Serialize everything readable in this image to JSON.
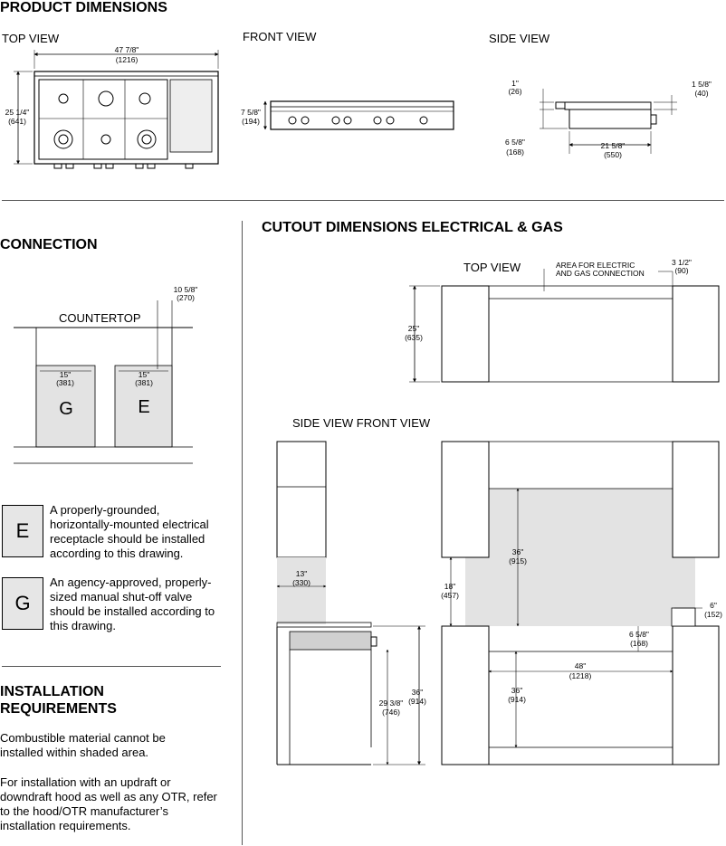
{
  "headings": {
    "product_dimensions": "PRODUCT DIMENSIONS",
    "cutout": "CUTOUT DIMENSIONS ELECTRICAL & GAS",
    "connection": "CONNECTION",
    "installation": "INSTALLATION REQUIREMENTS"
  },
  "product_views": {
    "top_view": "TOP VIEW",
    "front_view": "FRONT VIEW",
    "side_view": "SIDE VIEW"
  },
  "product_dims": {
    "top_width": "47 7/8\"",
    "top_width_mm": "(1216)",
    "top_depth": "25 1/4\"",
    "top_depth_mm": "(641)",
    "front_height": "7 5/8\"",
    "front_height_mm": "(194)",
    "side_top": "1\"",
    "side_top_mm": "(26)",
    "side_right": "1 5/8\"",
    "side_right_mm": "(40)",
    "side_height": "6 5/8\"",
    "side_height_mm": "(168)",
    "side_depth": "21 5/8\"",
    "side_depth_mm": "(550)"
  },
  "connection": {
    "countertop": "COUNTERTOP",
    "offset": "10 5/8\"",
    "offset_mm": "(270)",
    "g_width": "15\"",
    "g_width_mm": "(381)",
    "e_width": "15\"",
    "e_width_mm": "(381)",
    "g_letter": "G",
    "e_letter": "E"
  },
  "legend": {
    "e_letter": "E",
    "e_text": "A properly-grounded, horizontally-mounted electrical receptacle should be installed according to this drawing.",
    "g_letter": "G",
    "g_text": "An agency-approved, properly-sized manual shut-off valve should be installed according to this drawing."
  },
  "installation": {
    "p1": "Combustible material cannot be installed within shaded area.",
    "p2": "For installation with an updraft or downdraft hood as well as any OTR, refer to the hood/OTR manufacturer’s installation requirements."
  },
  "cutout": {
    "top_view": "TOP VIEW",
    "area_line1": "AREA FOR ELECTRIC",
    "area_line2": "AND GAS CONNECTION",
    "right": "3 1/2\"",
    "right_mm": "(90)",
    "depth": "25\"",
    "depth_mm": "(635)",
    "side_front_view": "SIDE VIEW FRONT VIEW",
    "side_13": "13\"",
    "side_13_mm": "(330)",
    "side_36": "36\"",
    "side_36_mm": "(914)",
    "side_29": "29 3/8\"",
    "side_29_mm": "(746)",
    "front_18": "18\"",
    "front_18_mm": "(457)",
    "front_36_top": "36\"",
    "front_36_top_mm": "(915)",
    "front_6": "6\"",
    "front_6_mm": "(152)",
    "front_658": "6 5/8\"",
    "front_658_mm": "(168)",
    "front_48": "48\"",
    "front_48_mm": "(1218)",
    "front_36_bot": "36\"",
    "front_36_bot_mm": "(914)"
  }
}
